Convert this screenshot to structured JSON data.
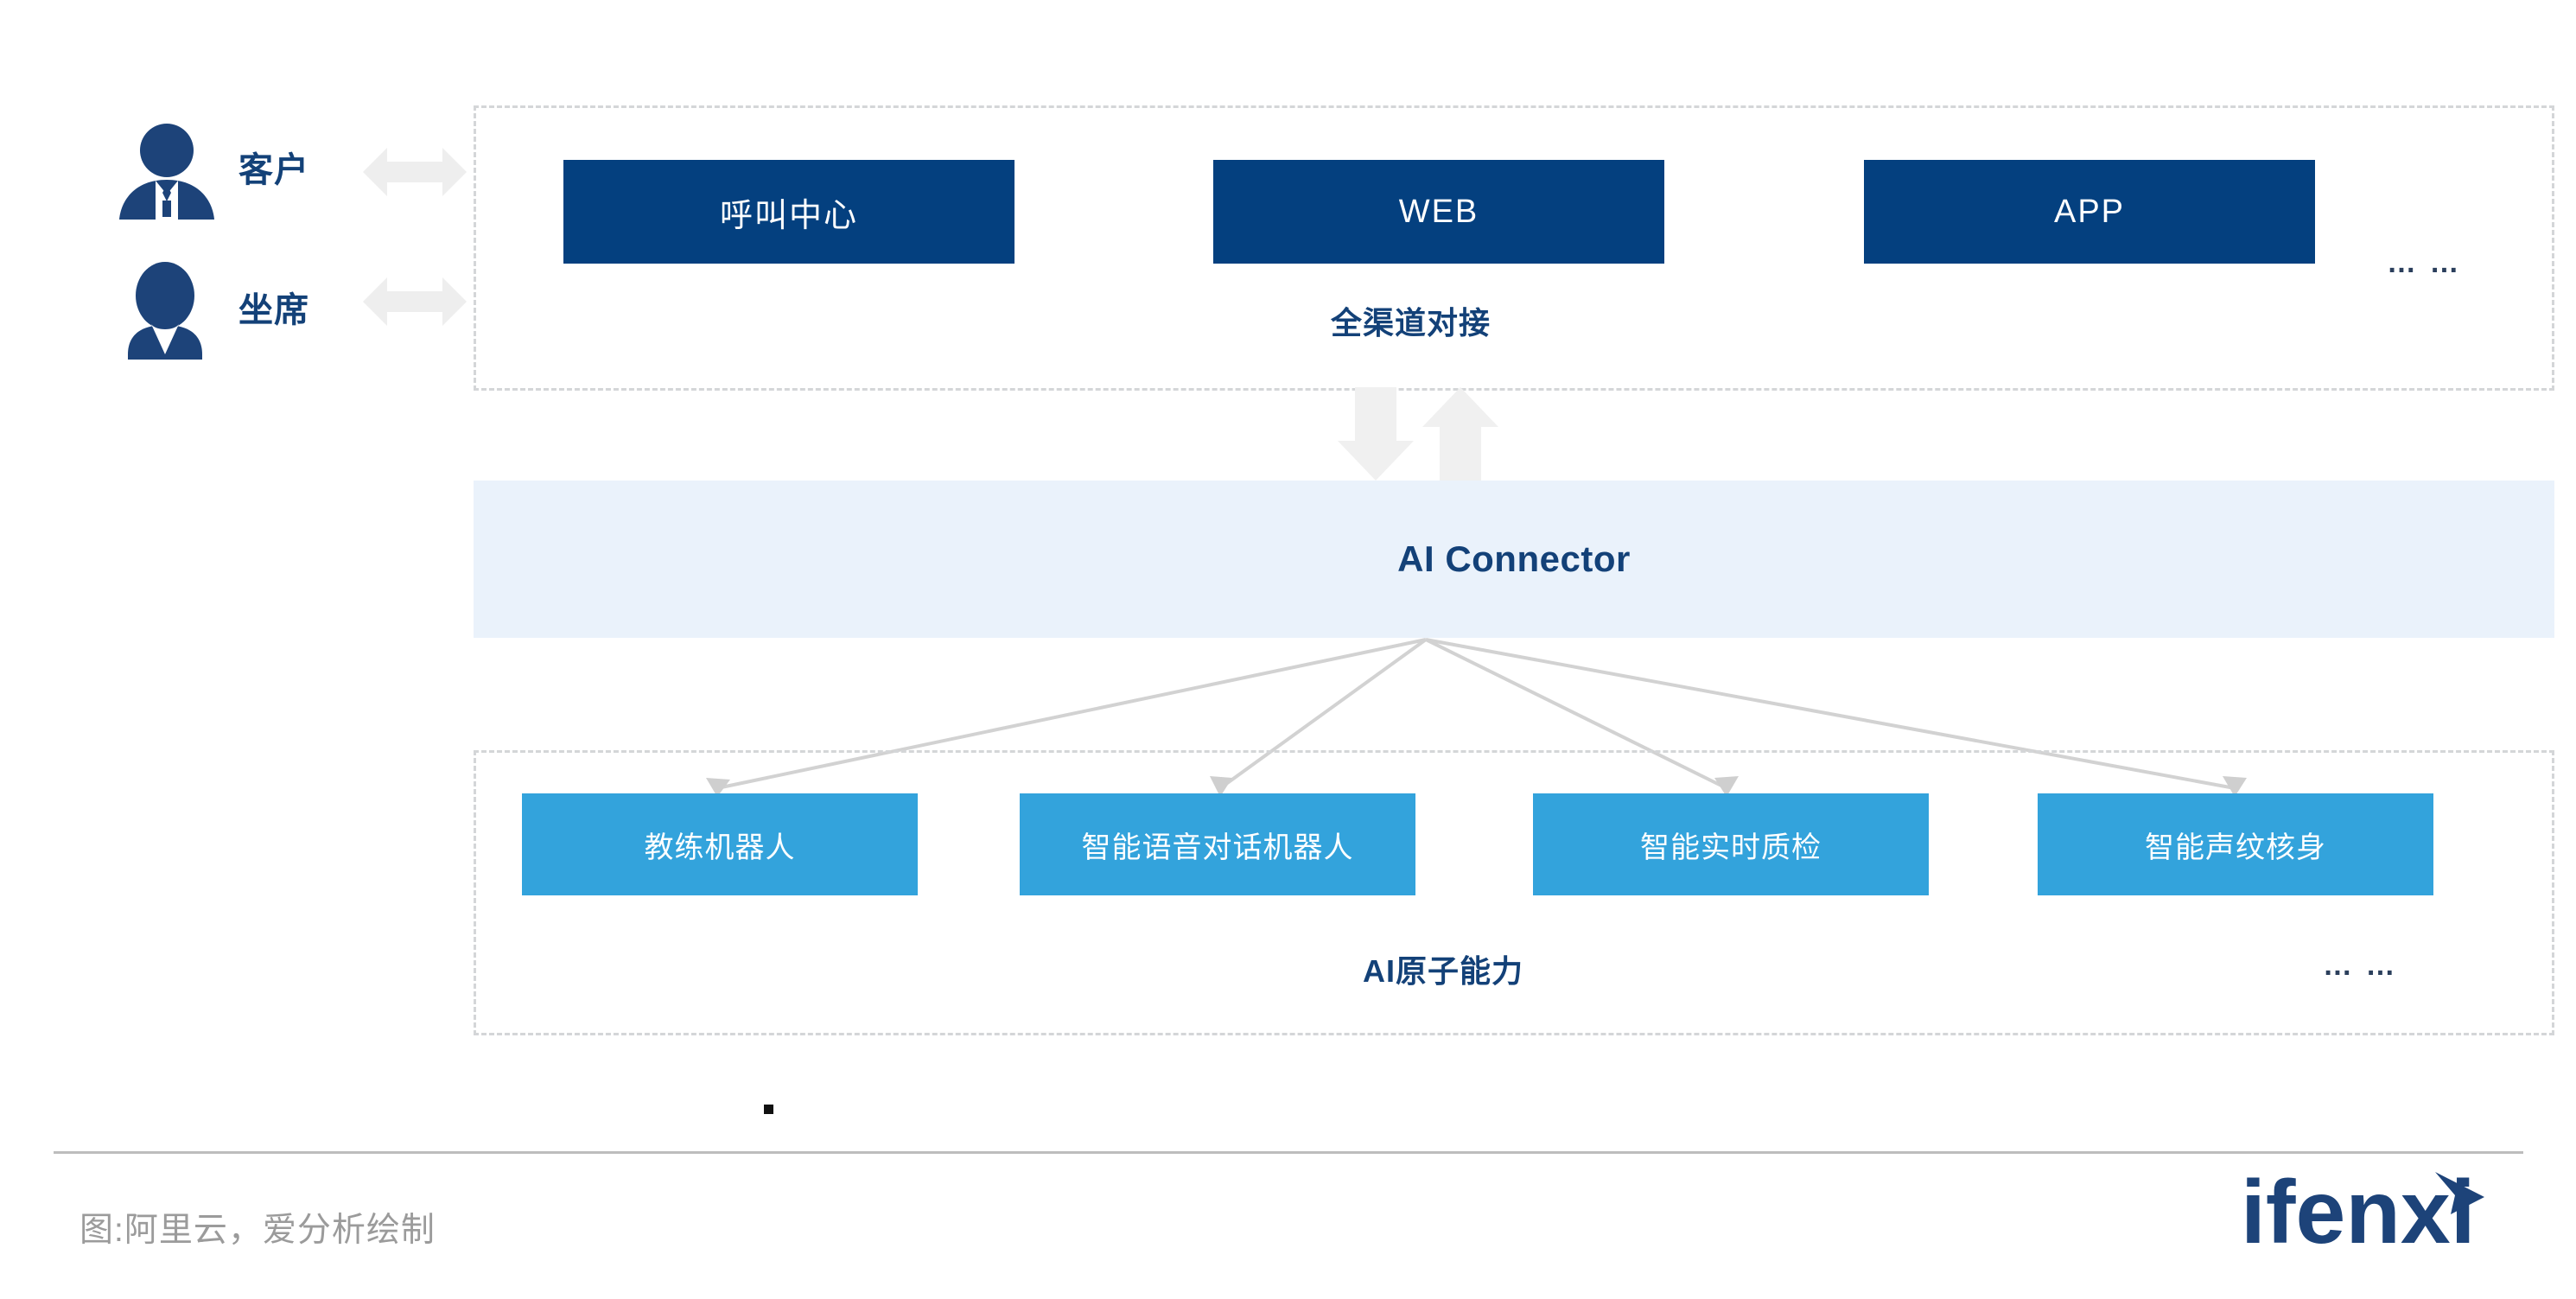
{
  "actors": [
    {
      "id": "customer",
      "label": "客户",
      "icon": "person-suit-icon"
    },
    {
      "id": "agent",
      "label": "坐席",
      "icon": "person-agent-icon"
    }
  ],
  "channel_group": {
    "title": "全渠道对接",
    "ellipsis": "… …",
    "boxes": [
      {
        "label": "呼叫中心"
      },
      {
        "label": "WEB"
      },
      {
        "label": "APP"
      }
    ]
  },
  "connector": {
    "label": "AI Connector"
  },
  "capability_group": {
    "title": "AI原子能力",
    "ellipsis": "… …",
    "boxes": [
      {
        "label": "教练机器人"
      },
      {
        "label": "智能语音对话机器人"
      },
      {
        "label": "智能实时质检"
      },
      {
        "label": "智能声纹核身"
      }
    ]
  },
  "footer": {
    "caption": "图:阿里云，爱分析绘制",
    "logo_text": "ifenxi"
  },
  "colors": {
    "navy": "#04407f",
    "navy_text": "#134178",
    "light_blue": "#33a3dc",
    "band_bg": "#eaf2fb",
    "dashed_border": "#d4d6d8",
    "arrow_gray": "#eeeeee",
    "line_gray": "#d2d2d2",
    "caption_gray": "#9b9b9b"
  }
}
